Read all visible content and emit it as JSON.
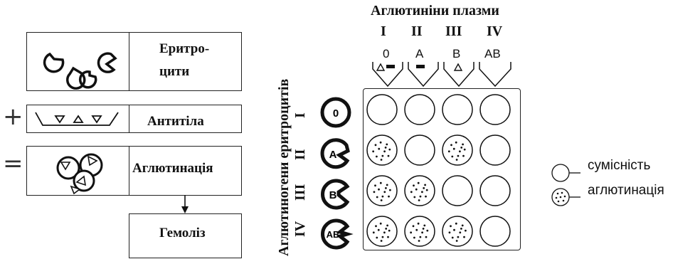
{
  "flow": {
    "erythrocytes_label": "Еритро-\nцити",
    "antibodies_label": "Антитіла",
    "agglutination_label": "Аглютинація",
    "hemolysis_label": "Гемоліз",
    "plus_sign": "+",
    "equals_sign": "="
  },
  "grid": {
    "title": "Аглютиніни плазми",
    "column_numerals": [
      "I",
      "II",
      "III",
      "IV"
    ],
    "column_groups": [
      "0",
      "A",
      "B",
      "AB"
    ],
    "row_axis_title": "Аглютиногени еритроцитів",
    "row_numerals": [
      "I",
      "II",
      "III",
      "IV"
    ],
    "row_groups": [
      "0",
      "A",
      "B",
      "AB"
    ],
    "cells": [
      [
        "compatible",
        "compatible",
        "compatible",
        "compatible"
      ],
      [
        "agglutination",
        "compatible",
        "agglutination",
        "compatible"
      ],
      [
        "agglutination",
        "agglutination",
        "compatible",
        "compatible"
      ],
      [
        "agglutination",
        "agglutination",
        "agglutination",
        "compatible"
      ]
    ]
  },
  "legend": {
    "compatible_label": "сумісність",
    "agglutination_label": "аглютинація"
  }
}
